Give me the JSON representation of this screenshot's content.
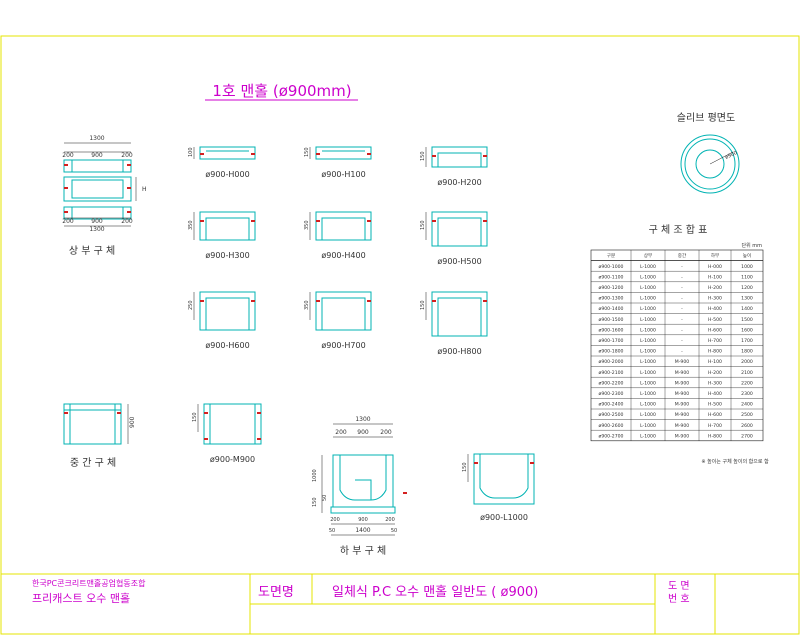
{
  "main_title": "1호 맨홀 (ø900mm)",
  "sections": {
    "upper_body": "상 부 구 체",
    "middle_body": "중 간 구 체",
    "lower_body": "하 부 구 체",
    "slab_plan": "슬리브 평면도",
    "combo_table": "구 체 조 합 표"
  },
  "upper_dims": {
    "total": "1300",
    "left": "200",
    "mid": "900",
    "right": "200",
    "h": "H"
  },
  "lower_dims": {
    "top_total": "1300",
    "top_left": "200",
    "top_mid": "900",
    "top_right": "200",
    "bot_total": "1400",
    "bot_left": "50",
    "bot_l2": "200",
    "bot_mid": "900",
    "bot_r2": "200",
    "bot_right": "50",
    "h1": "1000",
    "h2": "150",
    "h3": "50"
  },
  "middle_dim": "900",
  "models": [
    {
      "label": "ø900-H000",
      "dim": "100"
    },
    {
      "label": "ø900-H100",
      "dim": "150"
    },
    {
      "label": "ø900-H200",
      "dim": "150"
    },
    {
      "label": "ø900-H300",
      "dim": "350"
    },
    {
      "label": "ø900-H400",
      "dim": "350"
    },
    {
      "label": "ø900-H500",
      "dim": "150"
    },
    {
      "label": "ø900-H600",
      "dim": "250"
    },
    {
      "label": "ø900-H700",
      "dim": "350"
    },
    {
      "label": "ø900-H800",
      "dim": "150"
    },
    {
      "label": "ø900-M900",
      "dim": "150"
    },
    {
      "label": "ø900-L1000",
      "dim": "150"
    }
  ],
  "slab_dim": "ø900",
  "table": {
    "unit": "단위 mm",
    "headers": [
      "구분",
      "상부",
      "중간",
      "하부",
      "높이"
    ],
    "rows": [
      [
        "ø900-1000",
        "L-1000",
        "-",
        "H-000",
        "1000"
      ],
      [
        "ø900-1100",
        "L-1000",
        "-",
        "H-100",
        "1100"
      ],
      [
        "ø900-1200",
        "L-1000",
        "-",
        "H-200",
        "1200"
      ],
      [
        "ø900-1300",
        "L-1000",
        "-",
        "H-300",
        "1300"
      ],
      [
        "ø900-1400",
        "L-1000",
        "-",
        "H-400",
        "1400"
      ],
      [
        "ø900-1500",
        "L-1000",
        "-",
        "H-500",
        "1500"
      ],
      [
        "ø900-1600",
        "L-1000",
        "-",
        "H-600",
        "1600"
      ],
      [
        "ø900-1700",
        "L-1000",
        "-",
        "H-700",
        "1700"
      ],
      [
        "ø900-1800",
        "L-1000",
        "-",
        "H-800",
        "1800"
      ],
      [
        "ø900-2000",
        "L-1000",
        "M-900",
        "H-100",
        "2000"
      ],
      [
        "ø900-2100",
        "L-1000",
        "M-900",
        "H-200",
        "2100"
      ],
      [
        "ø900-2200",
        "L-1000",
        "M-900",
        "H-300",
        "2200"
      ],
      [
        "ø900-2300",
        "L-1000",
        "M-900",
        "H-400",
        "2300"
      ],
      [
        "ø900-2400",
        "L-1000",
        "M-900",
        "H-500",
        "2400"
      ],
      [
        "ø900-2500",
        "L-1000",
        "M-900",
        "H-600",
        "2500"
      ],
      [
        "ø900-2600",
        "L-1000",
        "M-900",
        "H-700",
        "2600"
      ],
      [
        "ø900-2700",
        "L-1000",
        "M-900",
        "H-800",
        "2700"
      ]
    ],
    "note": "※ 높이는 구체 높이의 합으로 함"
  },
  "title_block": {
    "org": "한국PC콘크리트맨홀공업협동조합",
    "product": "프리캐스트 오수 맨홀",
    "label_name": "도면명",
    "drawing_name": "일체식 P.C 오수 맨홀 일반도 ( ø900)",
    "label_no_1": "도 면",
    "label_no_2": "번 호",
    "drawing_no": ""
  },
  "colors": {
    "border": "#e6e600",
    "body": "#00b3b3",
    "dim": "#1a1a1a",
    "text": "#333333",
    "mark": "#d42020",
    "title": "#cc00cc"
  }
}
